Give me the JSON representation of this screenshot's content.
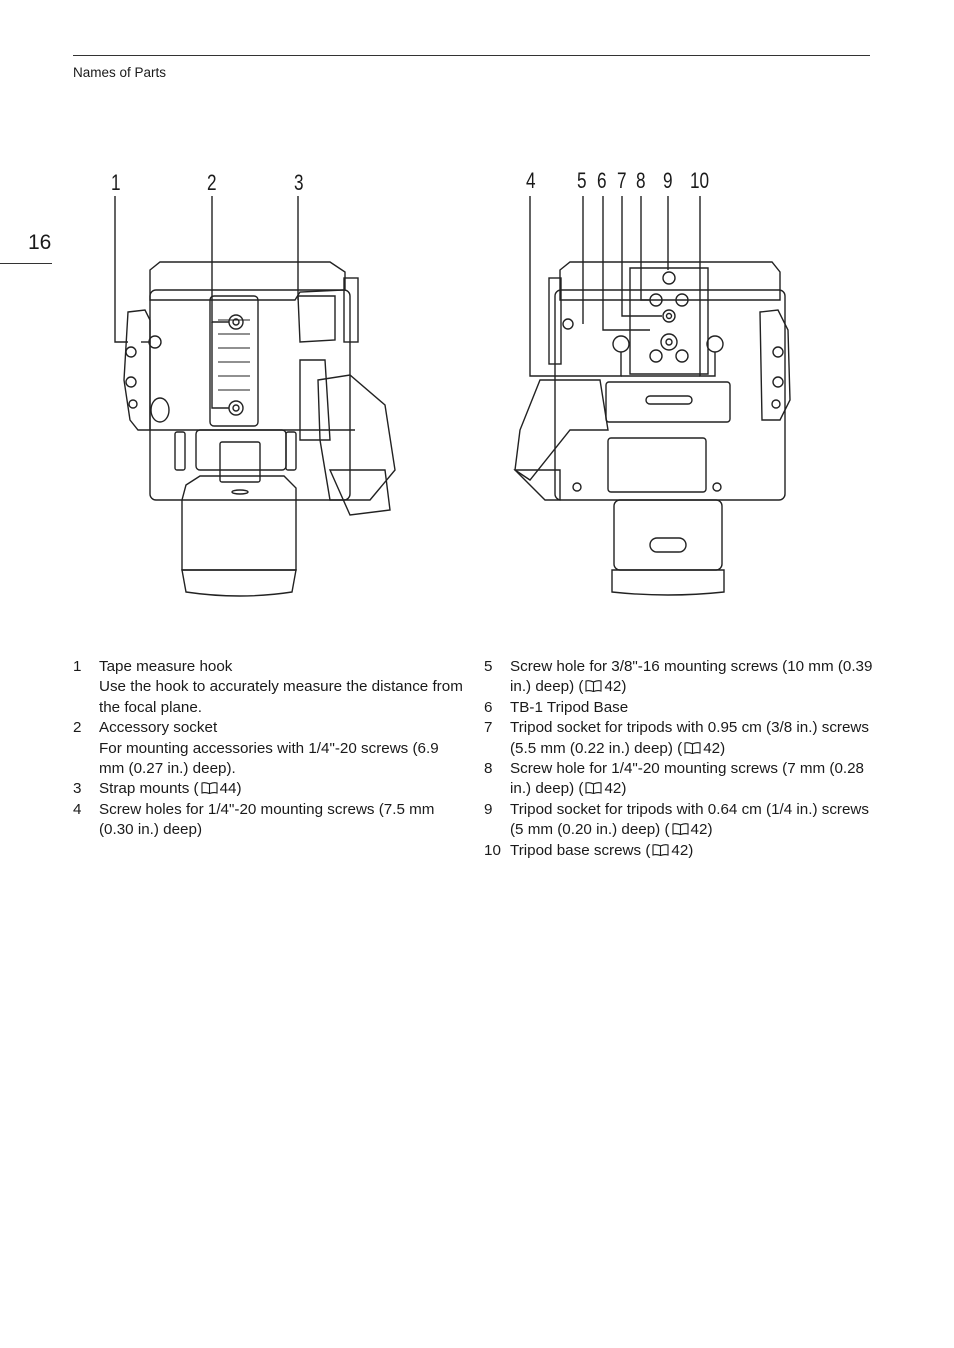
{
  "header": {
    "section_title": "Names of Parts"
  },
  "page_number": "16",
  "figure": {
    "left_callouts": [
      "1",
      "2",
      "3"
    ],
    "right_callouts": [
      "4",
      "5",
      "6",
      "7",
      "8",
      "9",
      "10"
    ]
  },
  "items_left": [
    {
      "num": "1",
      "title": "Tape measure hook",
      "desc": "Use the hook to accurately measure the distance from the focal plane."
    },
    {
      "num": "2",
      "title": "Accessory socket",
      "desc": "For mounting accessories with 1/4\"-20 screws (6.9 mm (0.27 in.) deep)."
    },
    {
      "num": "3",
      "text": "Strap mounts (",
      "ref": "44",
      "tail": ")"
    },
    {
      "num": "4",
      "text": "Screw holes for 1/4\"-20 mounting screws (7.5 mm (0.30 in.) deep)"
    }
  ],
  "items_right": [
    {
      "num": "5",
      "text": "Screw hole for 3/8\"-16 mounting screws (10 mm (0.39 in.) deep) (",
      "ref": "42",
      "tail": ")"
    },
    {
      "num": "6",
      "text": "TB-1 Tripod Base"
    },
    {
      "num": "7",
      "text": "Tripod socket for tripods with 0.95 cm (3/8 in.) screws (5.5 mm (0.22 in.) deep) (",
      "ref": "42",
      "tail": ")"
    },
    {
      "num": "8",
      "text": "Screw hole for 1/4\"-20 mounting screws (7 mm (0.28 in.) deep) (",
      "ref": "42",
      "tail": ")"
    },
    {
      "num": "9",
      "text": "Tripod socket for tripods with 0.64 cm (1/4 in.) screws (5 mm (0.20 in.) deep) (",
      "ref": "42",
      "tail": ")"
    },
    {
      "num": "10",
      "text": "Tripod base screws (",
      "ref": "42",
      "tail": ")"
    }
  ],
  "icons": {
    "reference": "book-icon"
  }
}
